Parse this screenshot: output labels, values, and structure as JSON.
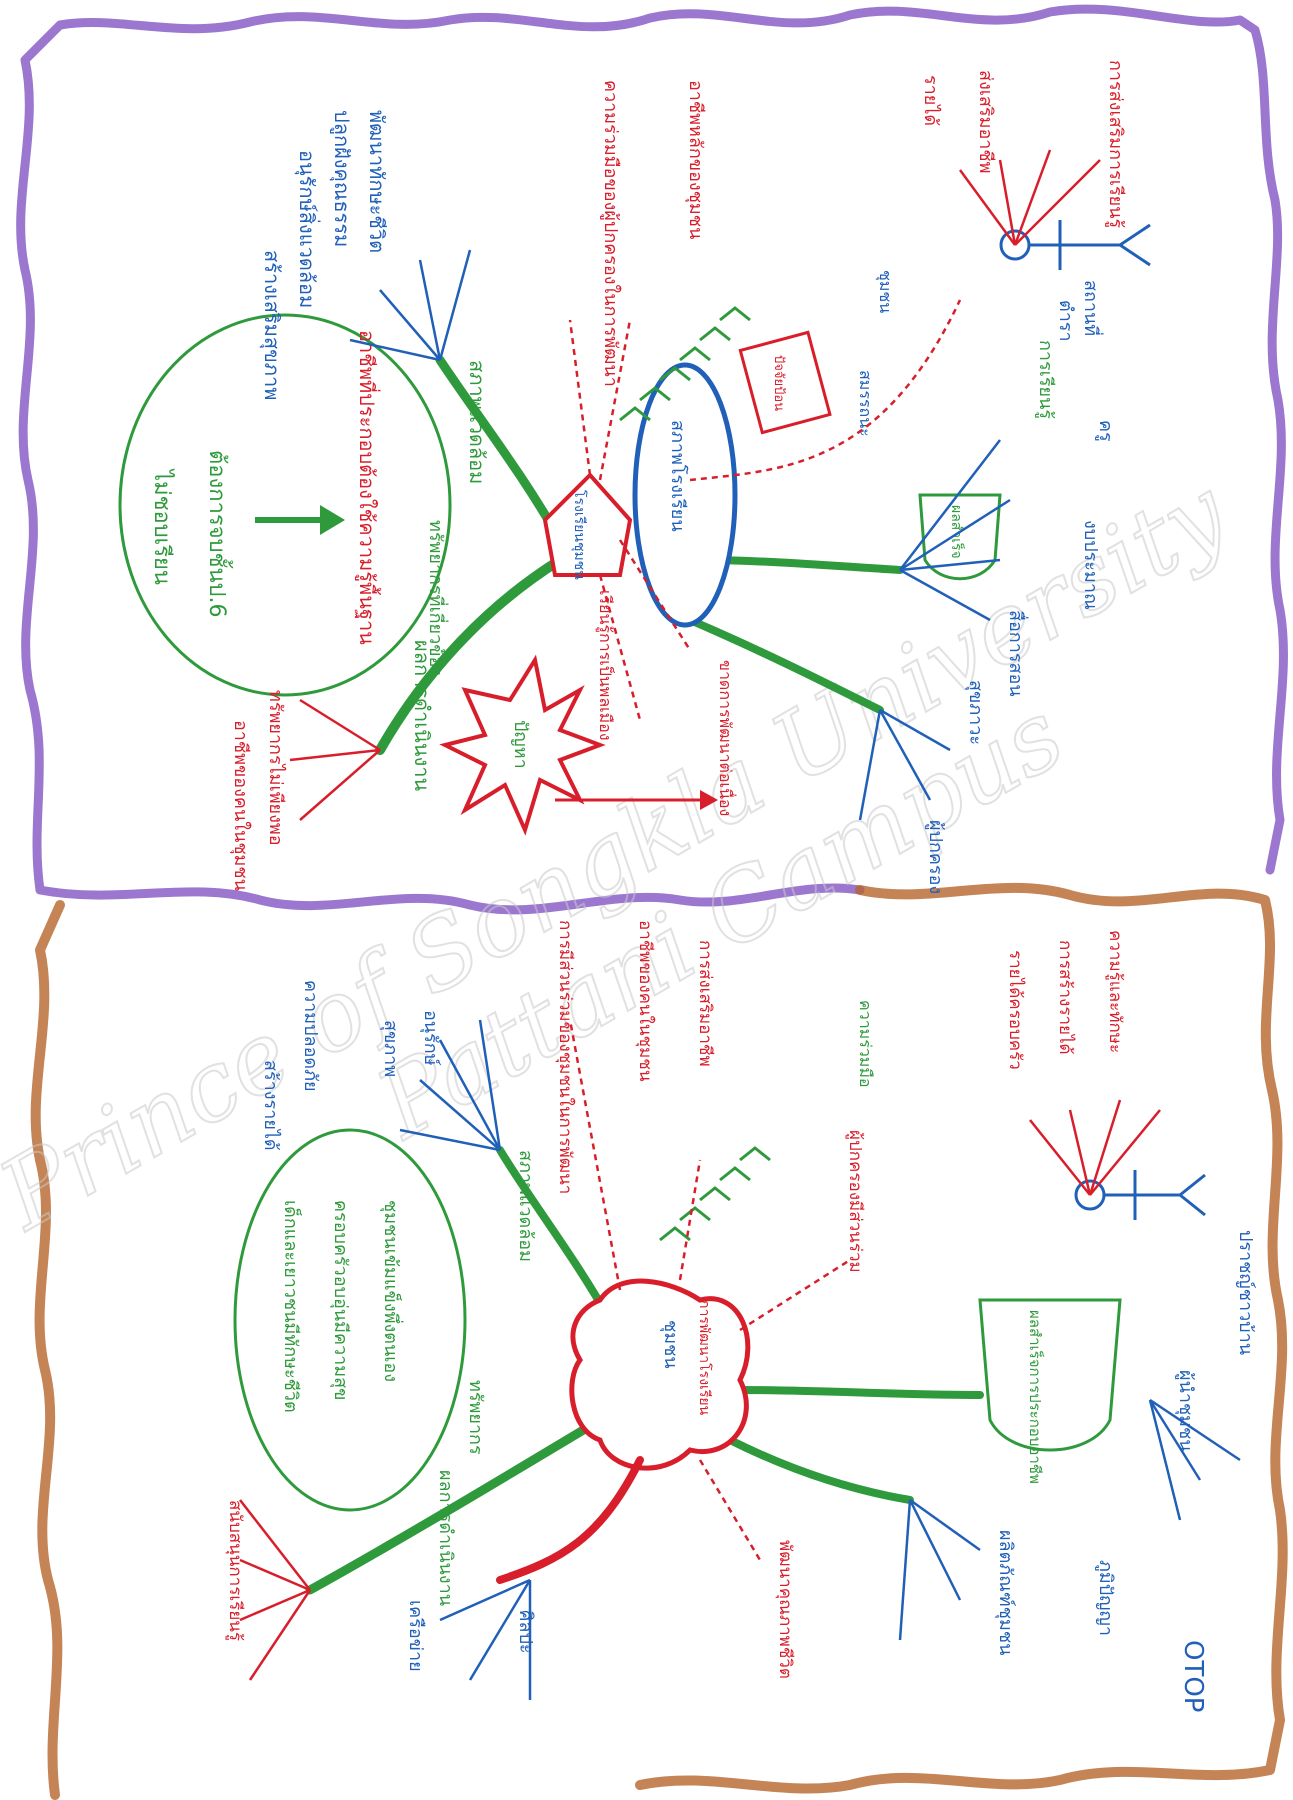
{
  "colors": {
    "paper": "#ffffff",
    "top_border": "#8b5fc7",
    "bottom_border": "#b5652a",
    "green": "#2f9a3c",
    "red": "#d81e2b",
    "blue": "#2060b8",
    "watermark": "#d6d6d6"
  },
  "watermark": {
    "line1": "Prince of Songkla University",
    "line2": "Pattani Campus"
  },
  "top_map": {
    "center_label": "สภาพโรงเรียน",
    "center_sub": "โรงเรียนชุมชน",
    "burst_label": "ปัญหา",
    "cup_label": "ผลสำเร็จ",
    "box_label": "ปัจจัยป้อน",
    "bubble_items": [
      "ไม่ชอบเรียน",
      "ต้องการจบชั้นป.6"
    ],
    "bubble_result": "อาชีพที่ประกอบต้องใช้ความรู้พื้นฐาน",
    "branch_green": [
      "สภาพแวดล้อม",
      "ทรัพยากรที่เกี่ยวข้อง",
      "ผลการดำเนินงาน",
      "การเรียนรู้"
    ],
    "labels_blue": [
      "สร้างเสริมสุขภาพ",
      "อนุรักษ์สิ่งแวดล้อม",
      "ปลูกฝังคุณธรรม",
      "พัฒนาทักษะชีวิต",
      "งบประมาณ",
      "ครู",
      "ตำรา",
      "สถานที่",
      "สื่อการสอน",
      "สุขภาวะ",
      "ผู้ปกครอง",
      "ชุมชน",
      "สมรรถนะ"
    ],
    "labels_red": [
      "ความร่วมมือของผู้ปกครองในการพัฒนา",
      "อาชีพหลักของชุมชน",
      "เรียนรู้การเป็นพลเมือง",
      "ขาดการพัฒนาต่อเนื่อง",
      "ทรัพยากรไม่เพียงพอ",
      "อาชีพของคนในชุมชน",
      "รายได้",
      "ส่งเสริมอาชีพ",
      "การส่งเสริมการเรียนรู้"
    ]
  },
  "bottom_map": {
    "center_label": "ชุมชน",
    "center_sub": "การพัฒนาโรงเรียน",
    "cup_label": "ผลสำเร็จการประกอบอาชีพ",
    "bubble_items": [
      "เด็กและเยาวชนมีทักษะชีวิต",
      "ครอบครัวอบอุ่นมีความสุข",
      "ชุมชนเข้มแข็งพึ่งตนเอง"
    ],
    "branch_green": [
      "สภาพแวดล้อม",
      "ทรัพยากร",
      "ผลการดำเนินงาน",
      "ความร่วมมือ"
    ],
    "labels_blue": [
      "สร้างรายได้",
      "ความปลอดภัย",
      "อนุรักษ์",
      "สุขภาพ",
      "OTOP",
      "ผลิตภัณฑ์ชุมชน",
      "ภูมิปัญญา",
      "ผู้นำชุมชน",
      "ปราชญ์ชาวบ้าน",
      "เครือข่าย",
      "ศิลปะ"
    ],
    "labels_red": [
      "การมีส่วนร่วมของชุมชนในการพัฒนา",
      "อาชีพของคนในชุมชน",
      "การส่งเสริมอาชีพ",
      "รายได้ครอบครัว",
      "การสร้างรายได้",
      "ความรู้และทักษะ",
      "ผู้ปกครองมีส่วนร่วม",
      "สนับสนุนการเรียนรู้",
      "พัฒนาคุณภาพชีวิต"
    ]
  }
}
